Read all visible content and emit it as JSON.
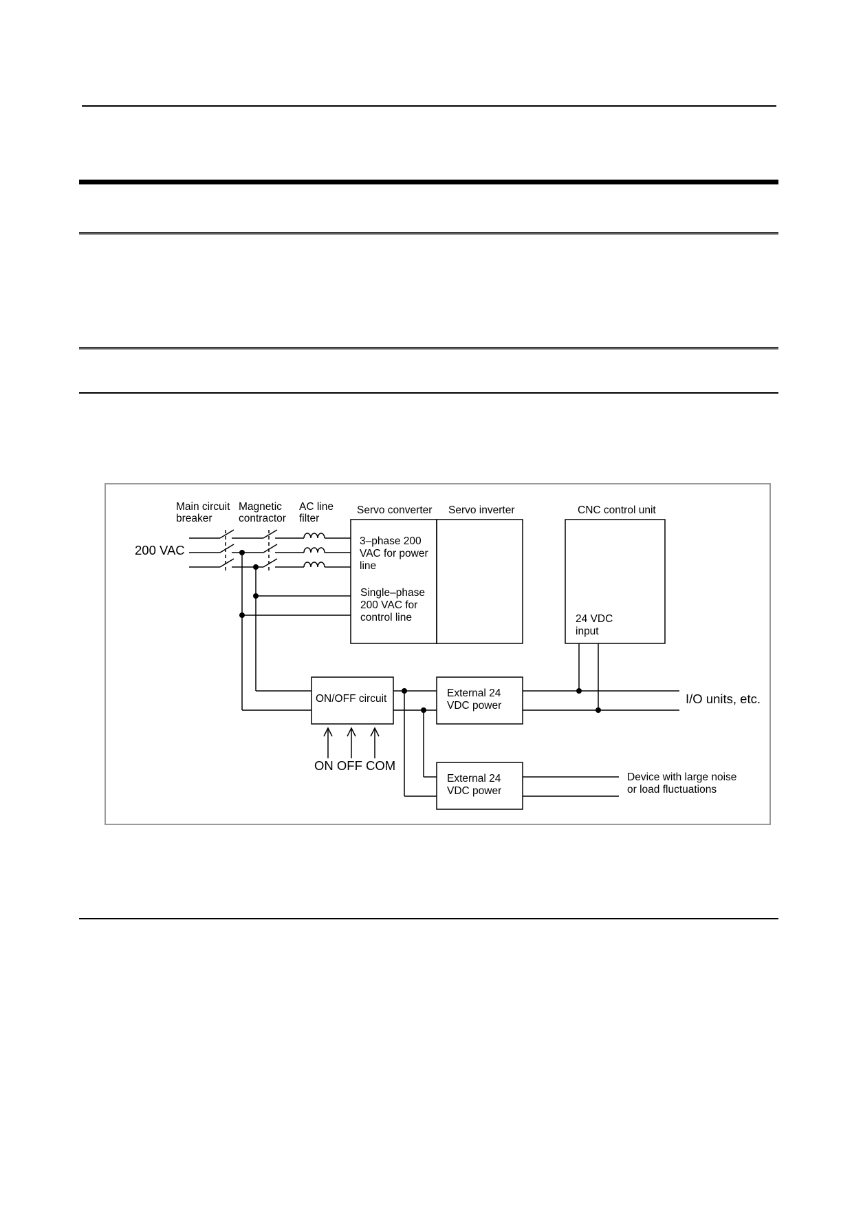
{
  "labels": {
    "main_breaker": [
      "Main circuit",
      "breaker"
    ],
    "magnetic_contactor": [
      "Magnetic",
      "contractor"
    ],
    "ac_line_filter": [
      "AC line",
      "filter"
    ],
    "servo_converter": "Servo converter",
    "servo_inverter": "Servo inverter",
    "cnc_control_unit": "CNC control unit",
    "vac_input": "200 VAC",
    "three_phase": [
      "3–phase 200",
      "VAC for power",
      "line"
    ],
    "single_phase": [
      "Single–phase",
      "200 VAC for",
      "control line"
    ],
    "vdc_input": [
      "24 VDC",
      "input"
    ],
    "onoff_circuit": "ON/OFF circuit",
    "ext_power_1": [
      "External 24",
      "VDC power"
    ],
    "ext_power_2": [
      "External 24",
      "VDC power"
    ],
    "io_units": "I/O units, etc.",
    "switch_inputs": "ON OFF COM",
    "noisy_device": [
      "Device with large noise",
      "or load fluctuations"
    ]
  }
}
